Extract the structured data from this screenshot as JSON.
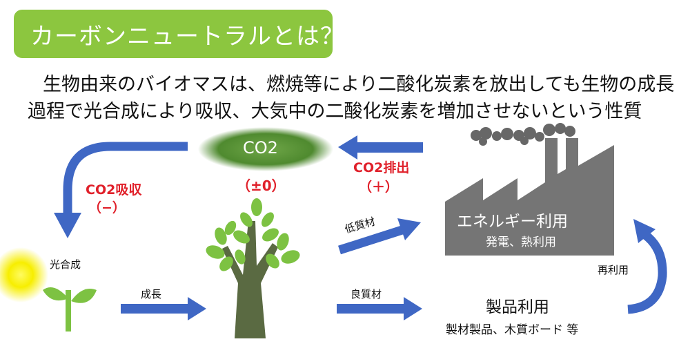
{
  "title": "カーボンニュートラルとは？",
  "description": {
    "line1": "生物由来のバイオマスは、燃焼等により二酸化炭素を放出しても生物の成長",
    "line2": "過程で光合成により吸収、大気中の二酸化炭素を増加させないという性質"
  },
  "co2_cloud": {
    "label": "CO2",
    "balance": "（±0）"
  },
  "absorption": {
    "label": "CO2吸収",
    "sign": "（−）"
  },
  "emission": {
    "label": "CO2排出",
    "sign": "（＋）"
  },
  "photosynthesis": "光合成",
  "growth": "成長",
  "low_quality": "低質材",
  "good_quality": "良質材",
  "energy": {
    "title": "エネルギー利用",
    "subtitle": "発電、熱利用"
  },
  "products": {
    "title": "製品利用",
    "subtitle": "製材製品、木質ボード 等"
  },
  "reuse": "再利用",
  "colors": {
    "title_bg": "#8cc63f",
    "arrow": "#3f67c4",
    "cloud": "#4f8a2f",
    "leaf": "#7dc242",
    "trunk": "#5a6a42",
    "factory": "#757575",
    "smoke": "#676767",
    "sun": "#f7ee00",
    "accent_red": "#e0202a"
  }
}
